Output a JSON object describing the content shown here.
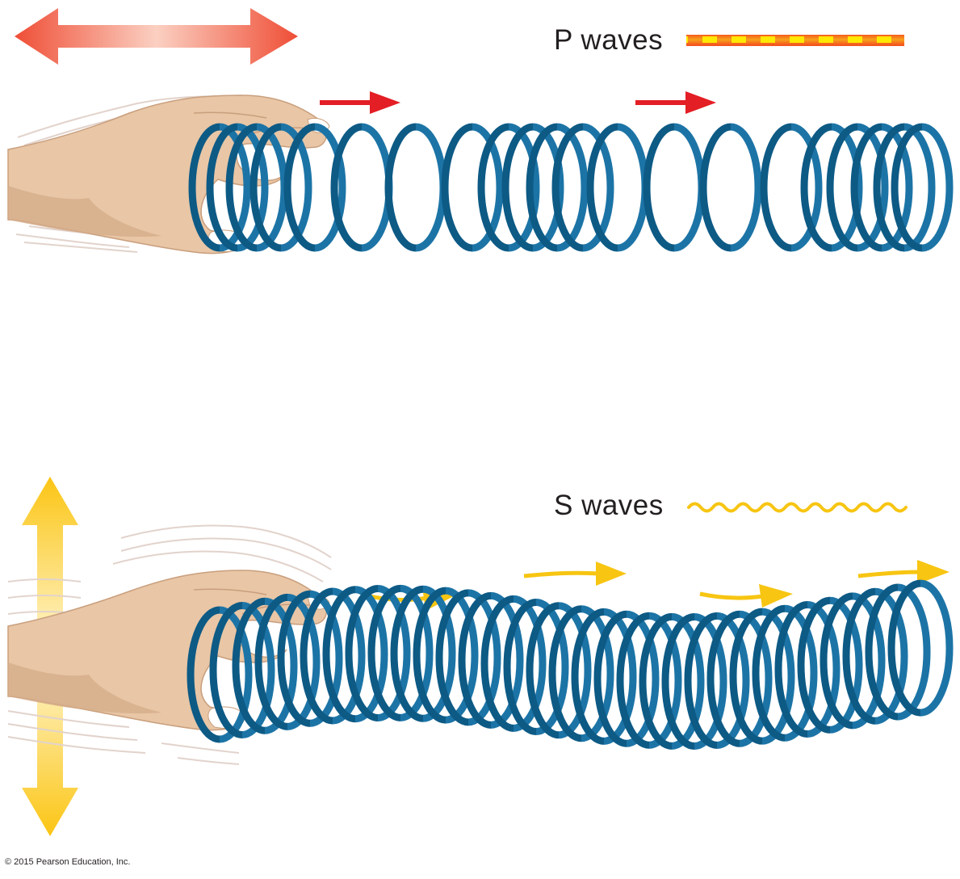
{
  "p_waves": {
    "label": "P waves",
    "legend_colors": {
      "base": "#f4511e",
      "highlight": "#fff200"
    },
    "motion_arrow_icon": "double-horizontal-arrow-icon",
    "motion_arrow_color": "#ef5a3c",
    "propagation_arrow_color": "#e31e24"
  },
  "s_waves": {
    "label": "S waves",
    "legend_color": "#f7c512",
    "motion_arrow_icon": "double-vertical-arrow-icon",
    "motion_arrow_color": "#fbc514",
    "propagation_arrow_color": "#f7c512"
  },
  "spring_colors": {
    "front": "#1c74a6",
    "back": "#0d5a85"
  },
  "hand_colors": {
    "skin": "#e8c6a6",
    "shadow": "#cfa582",
    "nail": "#ffffff",
    "motion_lines": "#d9c6bd"
  },
  "copyright": "© 2015 Pearson Education, Inc."
}
